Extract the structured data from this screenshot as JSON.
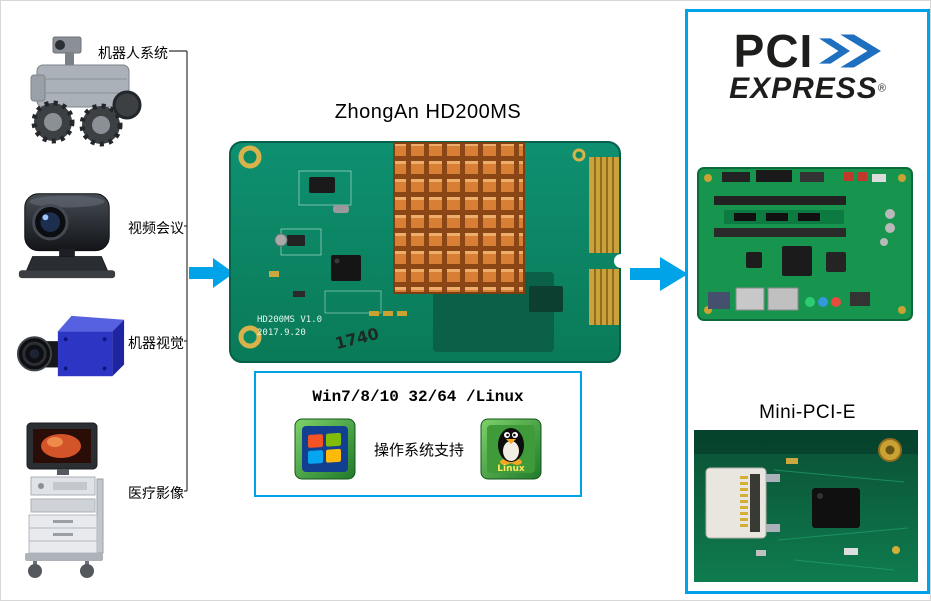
{
  "title": "ZhongAn HD200MS",
  "applications": [
    {
      "label": "机器人系统"
    },
    {
      "label": "视频会议"
    },
    {
      "label": "机器视觉"
    },
    {
      "label": "医疗影像"
    }
  ],
  "board": {
    "model": "HD200MS V1.0",
    "date": "2017.9.20",
    "batch": "1740"
  },
  "os_box": {
    "title": "Win7/8/10 32/64 /Linux",
    "caption": "操作系统支持",
    "linux_badge": "Linux"
  },
  "right_panel": {
    "pci": "PCI",
    "express": "EXPRESS",
    "registered": "®",
    "slot_label": "Mini-PCI-E"
  },
  "colors": {
    "accent_blue": "#00a2e8",
    "pcb_green": "#0c8a66",
    "heatsink_orange": "#d97f35",
    "gold": "#c9a233"
  }
}
